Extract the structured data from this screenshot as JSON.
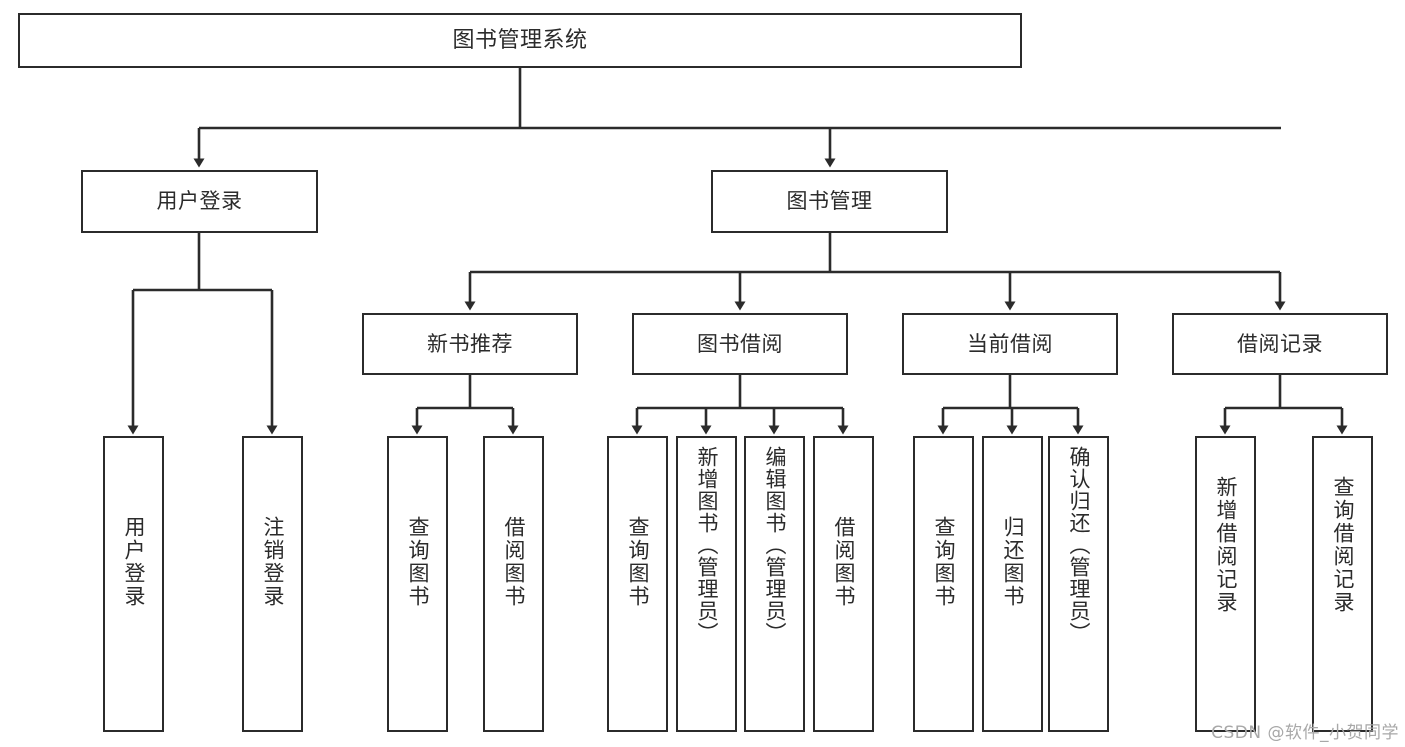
{
  "diagram": {
    "title": "图书管理系统",
    "type": "tree",
    "watermark": "CSDN @软件_小贺同学",
    "colors": {
      "box_border": "#2b2b2b",
      "box_fill": "#ffffff",
      "connector": "#2b2b2b",
      "background": "#ffffff",
      "watermark": "#a8a8a8"
    },
    "nodes": {
      "root": {
        "label": "图书管理系统"
      },
      "level2": [
        {
          "id": "user_login",
          "label": "用户登录"
        },
        {
          "id": "book_manage",
          "label": "图书管理"
        }
      ],
      "level3": [
        {
          "id": "new_book_rec",
          "label": "新书推荐"
        },
        {
          "id": "book_borrow",
          "label": "图书借阅"
        },
        {
          "id": "current_borrow",
          "label": "当前借阅"
        },
        {
          "id": "borrow_record",
          "label": "借阅记录"
        }
      ],
      "leaves": {
        "user_login": [
          {
            "label": "用户登录"
          },
          {
            "label": "注销登录"
          }
        ],
        "new_book_rec": [
          {
            "label": "查询图书"
          },
          {
            "label": "借阅图书"
          }
        ],
        "book_borrow": [
          {
            "label": "查询图书"
          },
          {
            "label": "新增图书（管理员）"
          },
          {
            "label": "编辑图书（管理员）"
          },
          {
            "label": "借阅图书"
          }
        ],
        "current_borrow": [
          {
            "label": "查询图书"
          },
          {
            "label": "归还图书"
          },
          {
            "label": "确认归还（管理员）"
          }
        ],
        "borrow_record": [
          {
            "label": "新增借阅记录"
          },
          {
            "label": "查询借阅记录"
          }
        ]
      }
    }
  }
}
